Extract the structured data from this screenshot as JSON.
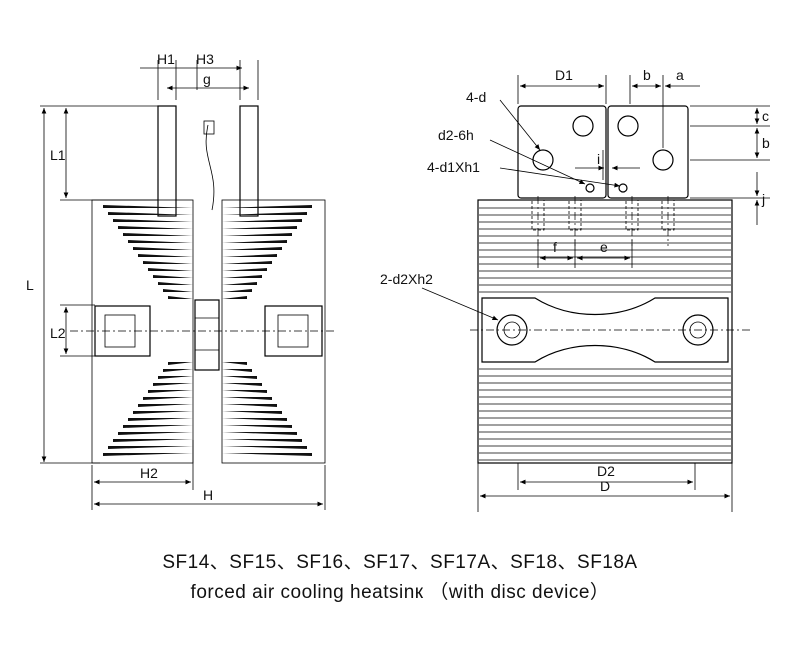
{
  "caption": {
    "line1": "SF14、SF15、SF16、SF17、SF17A、SF18、SF18A",
    "line2": "forced air cooling heatsinк （with disc device）"
  },
  "left_view": {
    "labels": {
      "H1": "H1",
      "H3": "H3",
      "g": "g",
      "L1": "L1",
      "L": "L",
      "L2": "L2",
      "H2": "H2",
      "H": "H"
    }
  },
  "right_view": {
    "labels": {
      "D1": "D1",
      "b_top": "b",
      "a": "a",
      "c": "c",
      "b_side": "b",
      "i": "i",
      "j": "j",
      "4-d": "4-d",
      "d2-6h": "d2-6h",
      "4-d1Xh1": "4-d1Xh1",
      "f": "f",
      "e": "e",
      "2-d2Xh2": "2-d2Xh2",
      "D2": "D2",
      "D": "D"
    }
  }
}
